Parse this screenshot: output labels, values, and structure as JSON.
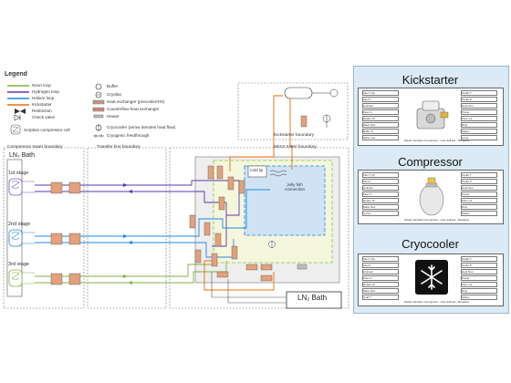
{
  "legend": {
    "title": "Legend",
    "lines": [
      {
        "label": "Neon loop",
        "color": "#7cb342"
      },
      {
        "label": "Hydrogen loop",
        "color": "#5e35b1"
      },
      {
        "label": "Helium loop",
        "color": "#1e88e5"
      },
      {
        "label": "Kickstarter",
        "color": "#ef6c00"
      },
      {
        "label": "Restriction",
        "icon": "restriction-icon"
      },
      {
        "label": "Check valve",
        "icon": "check-valve-icon"
      }
    ],
    "sorption_cell": "Sorption compressor cell",
    "symbols": [
      {
        "label": "Buffer",
        "icon": "buffer-icon"
      },
      {
        "label": "Cryofan",
        "icon": "cryofan-icon"
      },
      {
        "label": "Heat exchanger (precooler/HX)",
        "icon": "heat-exchanger-icon"
      },
      {
        "label": "Counterflow heat exchanger",
        "icon": "counterflow-hx-icon"
      },
      {
        "label": "Heater",
        "icon": "heater-icon"
      },
      {
        "label": "Cryocooler (arrow denotes heat flow)",
        "icon": "cryocooler-icon"
      },
      {
        "label": "Cryogenic feedthrough",
        "icon": "feedthrough-icon"
      }
    ]
  },
  "diagram": {
    "compressor_boundary": "Compressor tower boundary",
    "transfer_boundary": "Transfer line boundary",
    "mirror_boundary": "Mirror tower boundary",
    "kickstarter_boundary": "Kickstarter boundary",
    "ln2_bath_left": "LN₂ Bath",
    "ln2_bath_right": "LN₂ Bath",
    "stages": [
      "1st stage",
      "2nd stage",
      "3rd stage"
    ],
    "cold_tip": "Cold tip",
    "jelly_fish": "Jelly fish connection"
  },
  "panels": {
    "kickstarter": {
      "title": "Kickstarter",
      "inputs": [
        "Inlet T (K)",
        "Inlet P",
        "Ambient",
        "Flow in",
        "Heater W",
        "Mass flow",
        "Buffer P",
        "Valve pos"
      ],
      "outputs": [
        "Outlet T",
        "Outlet P",
        "Heat flow",
        "Power",
        "Flow out",
        "Duty",
        "Status",
        "Level"
      ],
      "footer": "Model Interface Component - user defined - Modelica"
    },
    "compressor": {
      "title": "Compressor",
      "inputs": [
        "Inlet T (K)",
        "Inlet P",
        "Ambient",
        "Flow in",
        "Heater W",
        "Mass flow",
        "Cycle t"
      ],
      "outputs": [
        "Outlet T",
        "Outlet P",
        "Heat flow",
        "Power",
        "Flow out",
        "Duty",
        "Status"
      ],
      "footer": "Model Interface Component - user defined - Modelica"
    },
    "cryocooler": {
      "title": "Cryocooler",
      "inputs": [
        "Inlet T (K)",
        "Inlet P",
        "Ambient",
        "Flow in",
        "Heater W",
        "Mass flow",
        "Cold T"
      ],
      "outputs": [
        "Outlet T",
        "Outlet P",
        "Heat flow",
        "Power",
        "Flow out",
        "Duty",
        "Status"
      ],
      "footer": "Model Interface Component - user defined - Modelica"
    }
  }
}
